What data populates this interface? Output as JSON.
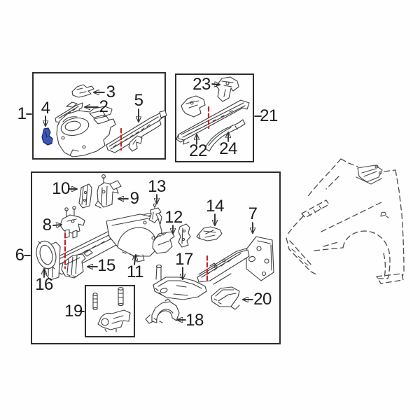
{
  "diagram": {
    "highlighted_callout": "4",
    "panel_groups": {
      "panel_1": {
        "callout": "1",
        "contains": [
          "2",
          "3",
          "4",
          "5"
        ]
      },
      "panel_21": {
        "callout": "21",
        "contains": [
          "22",
          "23",
          "24"
        ]
      },
      "panel_6": {
        "callout": "6",
        "contains": [
          "7",
          "8",
          "9",
          "10",
          "11",
          "12",
          "13",
          "14",
          "15",
          "16",
          "17",
          "18",
          "20"
        ],
        "inner_panel": {
          "callout": "19"
        }
      }
    }
  },
  "callouts": {
    "c1": "1",
    "c2": "2",
    "c3": "3",
    "c4": "4",
    "c5": "5",
    "c6": "6",
    "c7": "7",
    "c8": "8",
    "c9": "9",
    "c10": "10",
    "c11": "11",
    "c12": "12",
    "c13": "13",
    "c14": "14",
    "c15": "15",
    "c16": "16",
    "c17": "17",
    "c18": "18",
    "c19": "19",
    "c20": "20",
    "c21": "21",
    "c22": "22",
    "c23": "23",
    "c24": "24"
  },
  "colors": {
    "background": "#ffffff",
    "line_art": "#3e3e3e",
    "panel_border": "#2d2d2d",
    "label_text": "#1c1c1c",
    "highlight_part_fill": "#3c57b2",
    "highlight_part_edge": "#1a2670",
    "reference_line": "#c92121"
  },
  "figures": {
    "side_figure": "front-fender-outline"
  }
}
